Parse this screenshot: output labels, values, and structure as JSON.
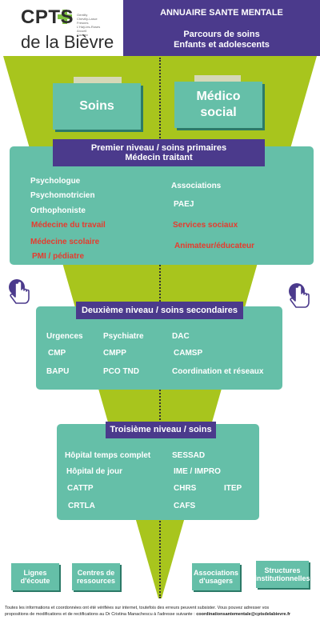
{
  "logo": {
    "line1": "CPTS",
    "line2": "de la Bièvre",
    "tagline": [
      "Gentilly",
      "Chevilly-Larue",
      "Fresnes",
      "L'Haÿ-les-Roses",
      "Arcueil",
      "Cachan"
    ]
  },
  "header": {
    "title": "ANNUAIRE SANTE MENTALE",
    "subtitle_line1": "Parcours de soins",
    "subtitle_line2": "Enfants et adolescents"
  },
  "categories": {
    "left": "Soins",
    "right_line1": "Médico",
    "right_line2": "social"
  },
  "level1": {
    "title_line1": "Premier niveau / soins primaires",
    "title_line2": "Médecin traitant",
    "left": [
      {
        "text": "Psychologue",
        "style": "white"
      },
      {
        "text": "Psychomotricien",
        "style": "white"
      },
      {
        "text": "Orthophoniste",
        "style": "white"
      },
      {
        "text": "Médecine du travail",
        "style": "red"
      },
      {
        "text": "Médecine scolaire",
        "style": "red"
      },
      {
        "text": "PMI / pédiatre",
        "style": "red"
      }
    ],
    "right": [
      {
        "text": "Associations",
        "style": "white"
      },
      {
        "text": "PAEJ",
        "style": "white"
      },
      {
        "text": "Services sociaux",
        "style": "red"
      },
      {
        "text": "Animateur/éducateur",
        "style": "red"
      }
    ]
  },
  "level2": {
    "title": "Deuxième niveau / soins secondaires",
    "left_col1": [
      "Urgences",
      "CMP",
      "BAPU"
    ],
    "left_col2": [
      "Psychiatre",
      "CMPP",
      "PCO TND"
    ],
    "right": [
      "DAC",
      "CAMSP",
      "Coordination et réseaux"
    ]
  },
  "level3": {
    "title": "Troisième niveau / soins",
    "left": [
      "Hôpital temps complet",
      "Hôpital de jour",
      "CATTP",
      "CRTLA"
    ],
    "right": [
      "SESSAD",
      "IME / IMPRO",
      "CHRS",
      "ITEP",
      "CAFS"
    ]
  },
  "bottom": {
    "box1": "Lignes d'écoute",
    "box2": "Centres de ressources",
    "box3": "Associations d'usagers",
    "box4": "Structures institutionnelles"
  },
  "footer": {
    "line1": "Toutes les informations et coordonnées ont été vérifiées sur internet, toutefois des erreurs  peuvent subsister. Vous pouvez adresser vos",
    "line2_prefix": "propositions de modifications et de rectifications au Dr Cristina Manachescu à l'adresse suivante : ",
    "email": "coordinationsantementale@cptsdelabievre.fr"
  },
  "colors": {
    "purple": "#4b3a8c",
    "teal": "#65bfa8",
    "lime": "#a8c51d",
    "red": "#e63b2e"
  }
}
